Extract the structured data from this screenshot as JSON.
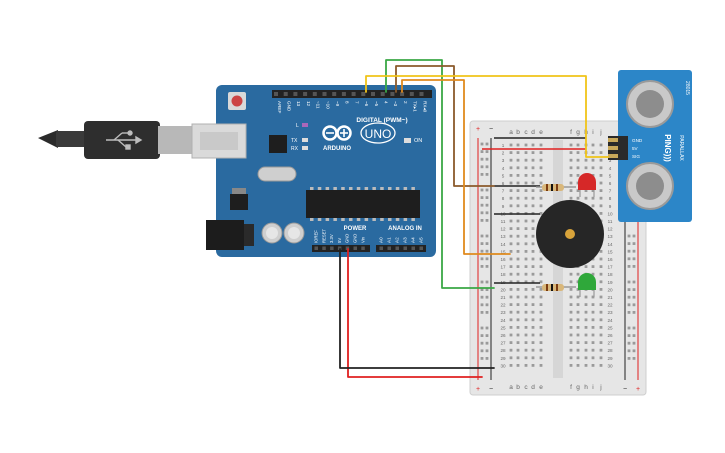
{
  "arduino": {
    "brand": "ARDUINO",
    "model": "UNO",
    "digital_label": "DIGITAL (PWM~)",
    "power_label": "POWER",
    "analog_label": "ANALOG IN",
    "on_label": "ON",
    "tx_label": "TX",
    "rx_label": "RX",
    "l_label": "L",
    "top_header_labels": [
      "AREF",
      "GND",
      "13",
      "12",
      "~11",
      "~10",
      "~9",
      "8",
      "7",
      "~6",
      "~5",
      "4",
      "~3",
      "2",
      "TX▸1",
      "RX◂0"
    ],
    "power_pins": [
      "IOREF",
      "RESET",
      "3.3V",
      "5V",
      "GND",
      "GND",
      "Vin"
    ],
    "analog_pins": [
      "A0",
      "A1",
      "A2",
      "A3",
      "A4",
      "A5"
    ],
    "board_color": "#2a6aa0"
  },
  "breadboard": {
    "columns": [
      "a",
      "b",
      "c",
      "d",
      "e",
      "f",
      "g",
      "h",
      "i",
      "j"
    ],
    "row_count": 30,
    "rail_plus": "+",
    "rail_minus": "−"
  },
  "sensor": {
    "name": "PING)))",
    "pins": [
      "GND",
      "5V",
      "SIG"
    ],
    "side_text": "PARALLAX",
    "ref": "28015",
    "color": "#2c86c8"
  },
  "wires": {
    "green": "#3aa845",
    "brown": "#8b5a2b",
    "orange": "#e08a1e",
    "yellow": "#f0c419",
    "red": "#e02020",
    "black": "#222222"
  },
  "leds": {
    "red_color": "#d62828",
    "green_color": "#2fa83a"
  }
}
